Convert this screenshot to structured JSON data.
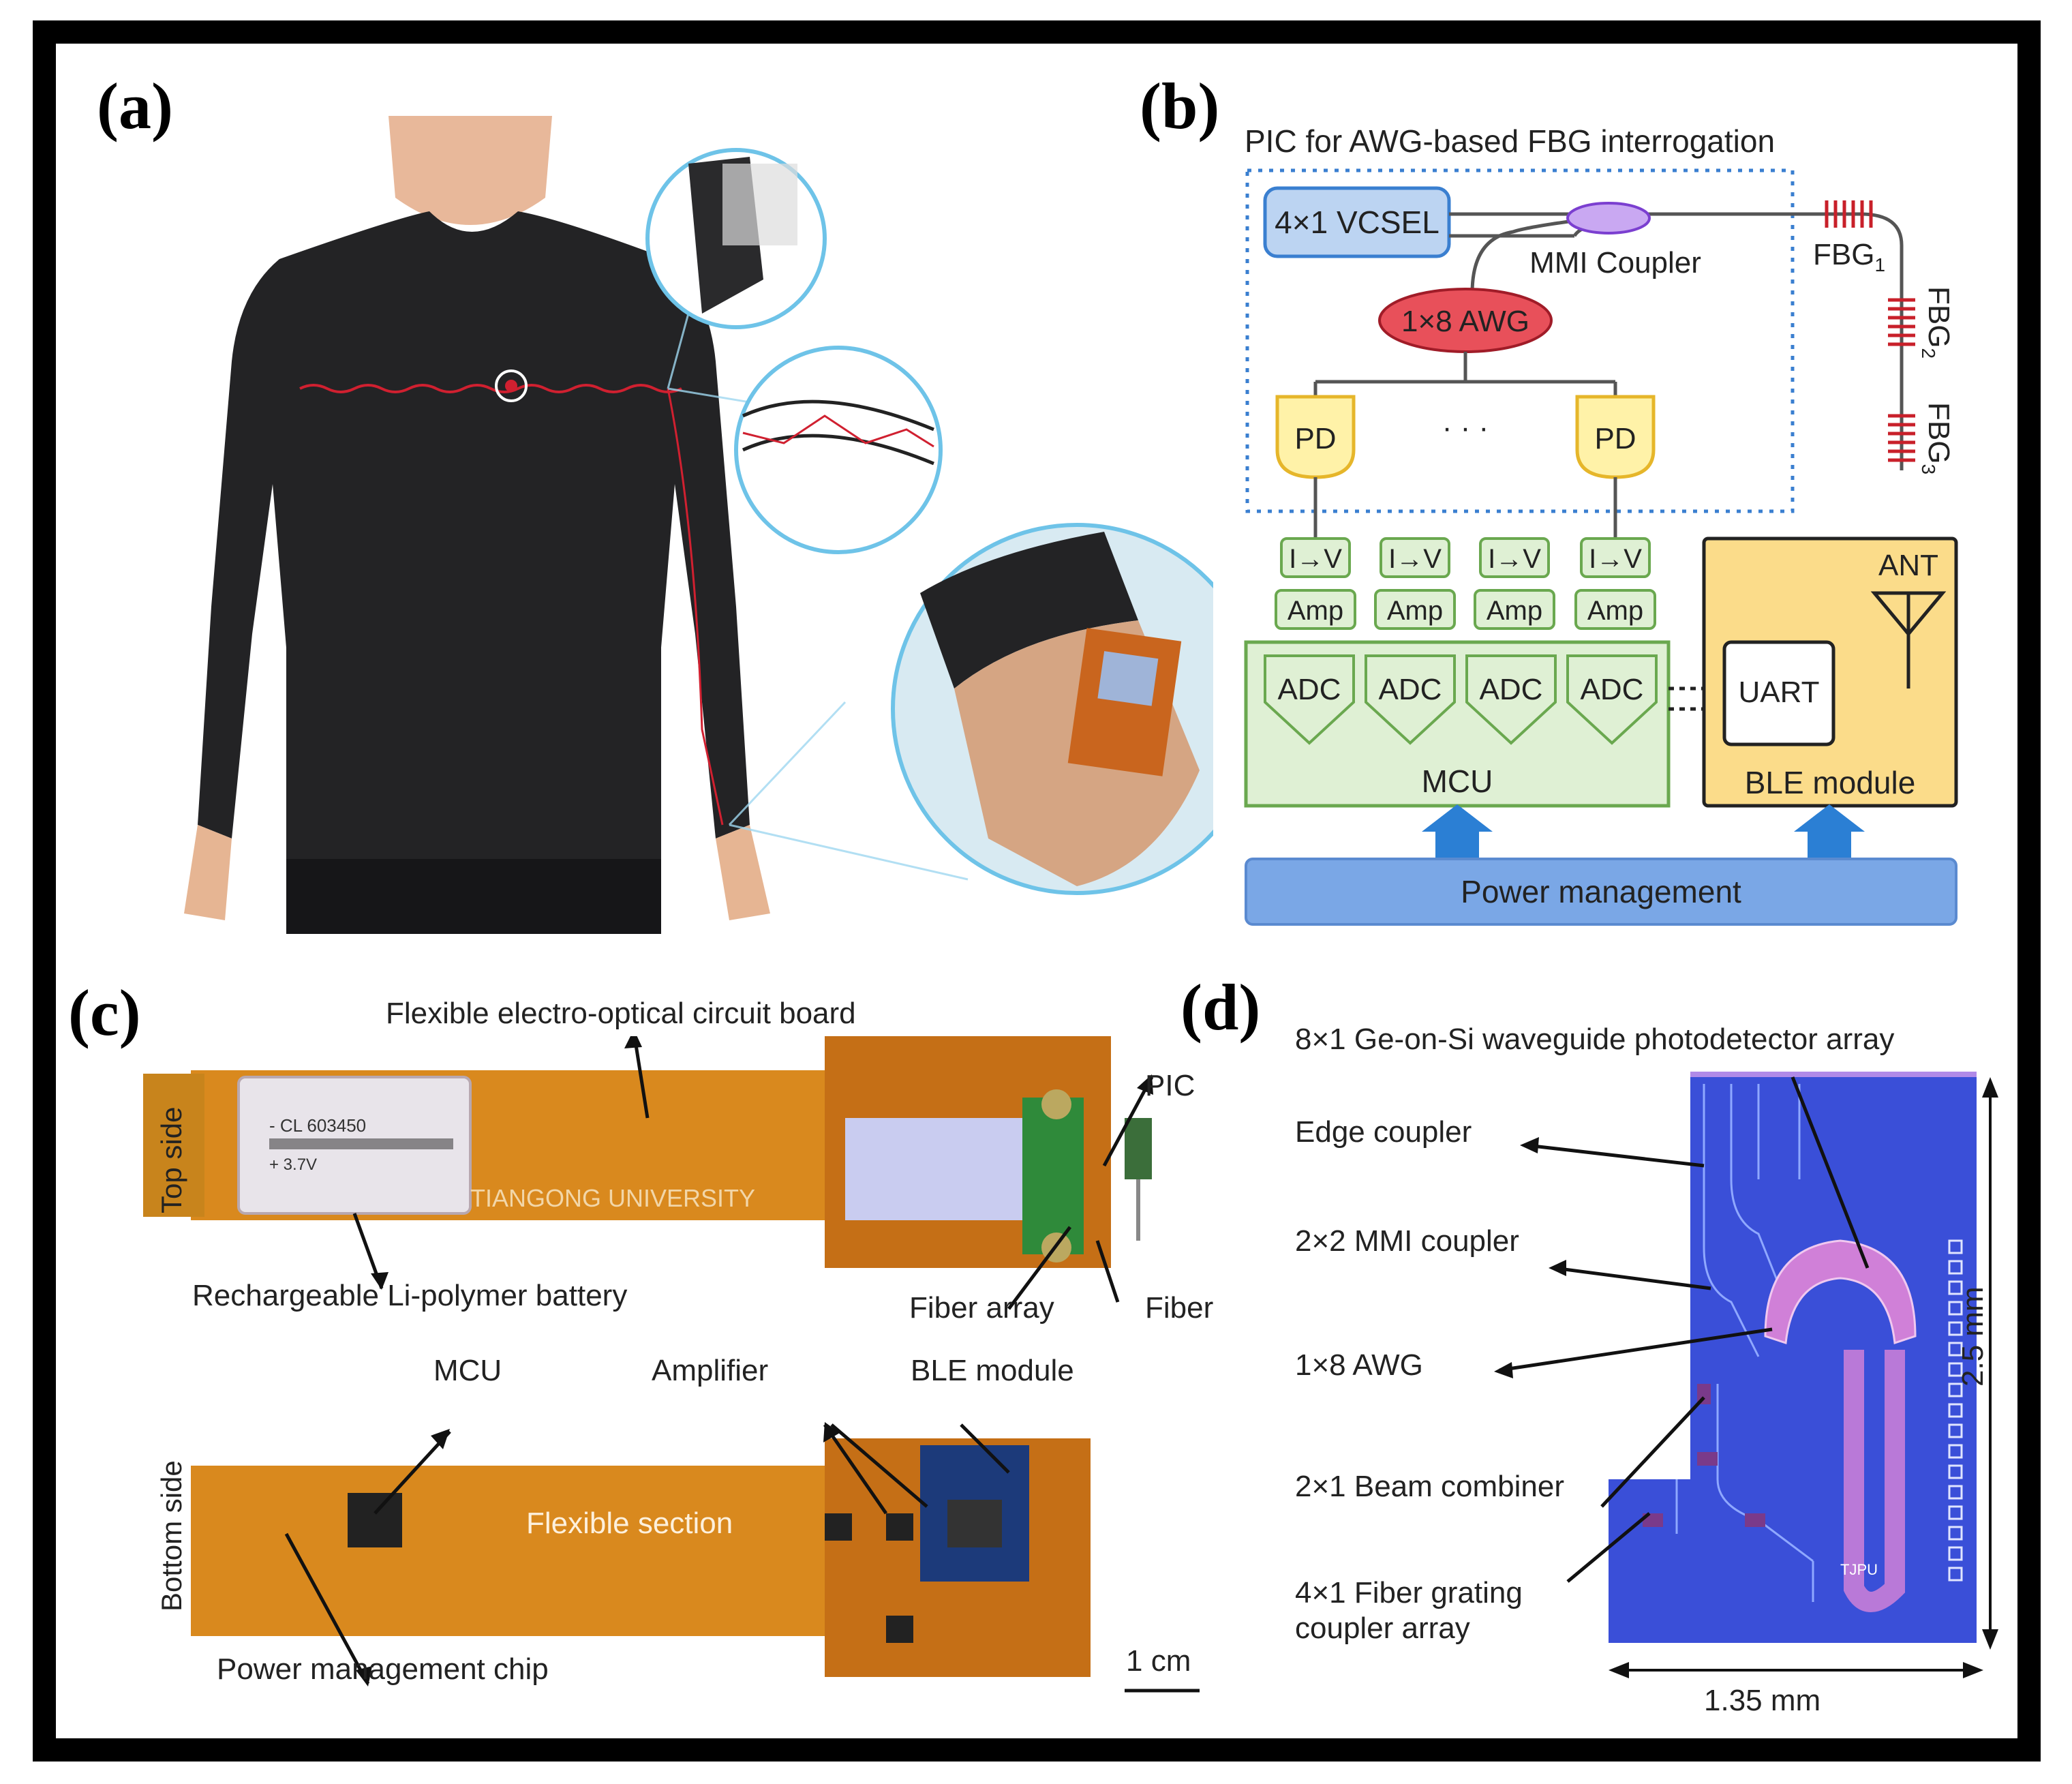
{
  "panels": {
    "a": "(a)",
    "b": "(b)",
    "c": "(c)",
    "d": "(d)"
  },
  "panel_b": {
    "pic_title": "PIC for AWG-based FBG interrogation",
    "vcsel": "4×1 VCSEL",
    "mmi": "MMI Coupler",
    "awg": "1×8 AWG",
    "fbg1": "FBG",
    "fbg1_sub": "1",
    "fbg2": "FBG",
    "fbg2_sub": "2",
    "fbg3": "FBG",
    "fbg3_sub": "3",
    "pd": "PD",
    "dots": "· · ·",
    "iv": "I→V",
    "amp": "Amp",
    "adc": "ADC",
    "mcu": "MCU",
    "uart": "UART",
    "ant": "ANT",
    "ble": "BLE module",
    "power": "Power management"
  },
  "panel_c": {
    "board": "Flexible electro-optical circuit board",
    "pic": "PIC",
    "top_side": "Top side",
    "battery": "Rechargeable Li-polymer battery",
    "fiber_array": "Fiber array",
    "fiber": "Fiber",
    "mcu": "MCU",
    "amplifier": "Amplifier",
    "ble": "BLE  module",
    "bottom_side": "Bottom side",
    "flex": "Flexible section",
    "pmchip": "Power management chip",
    "scale": "1 cm",
    "battery_print1": "- CL     603450",
    "battery_print2": "+ 3.7V",
    "university": "TIANGONG UNIVERSITY"
  },
  "panel_d": {
    "pd_array": "8×1 Ge-on-Si waveguide photodetector array",
    "edge": "Edge coupler",
    "mmi": "2×2 MMI coupler",
    "awg": "1×8 AWG",
    "beam": "2×1 Beam combiner",
    "grating1": "4×1 Fiber grating",
    "grating2": "coupler array",
    "height": "2.5 mm",
    "width": "1.35 mm",
    "chip_mark": "TJPU"
  },
  "colors": {
    "vcsel": "#bcd4f2",
    "awg": "#e8505a",
    "mmi": "#b48ee8",
    "pd": "#fff2a8",
    "module": "#dff0d4",
    "ble": "#fbdc8a",
    "power": "#7aa7e6",
    "chip": "#3a4fd8",
    "board": "#d9891e",
    "fbg": "#c8202a",
    "arrow": "#2b7fd4"
  }
}
